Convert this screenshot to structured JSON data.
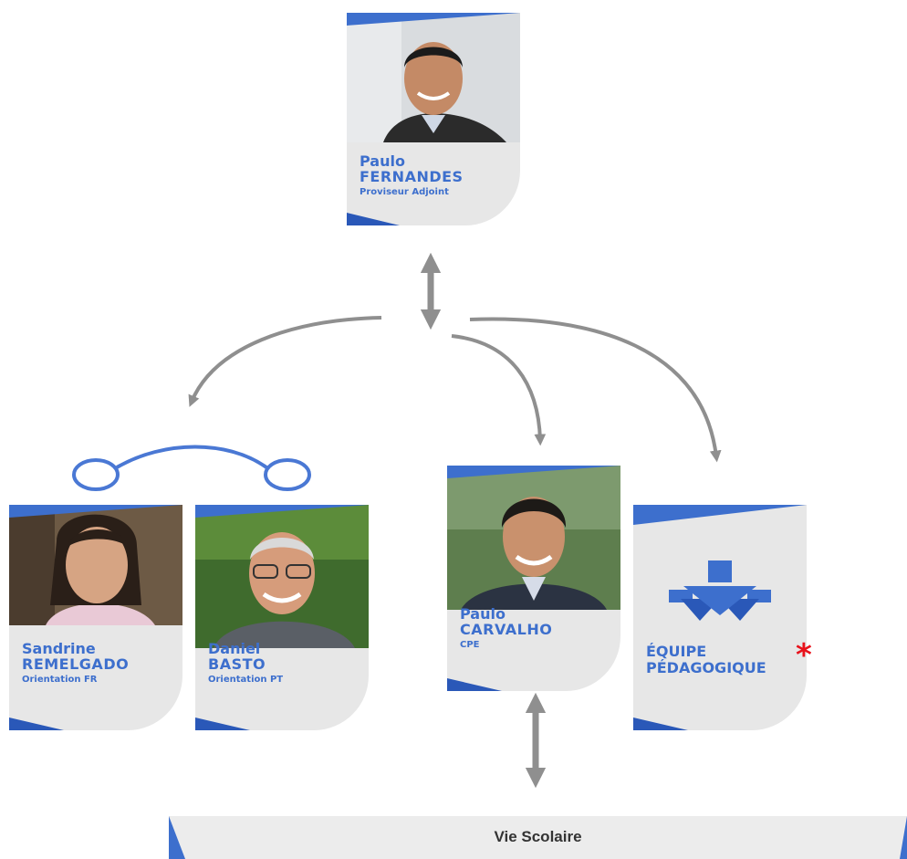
{
  "colors": {
    "brand_blue": "#3d6fcd",
    "card_gray": "#e7e7e7",
    "arrow_gray": "#8f8f8f",
    "link_blue": "#4a78d4",
    "asterisk_red": "#e8121b"
  },
  "top_card": {
    "first_name": "Paulo",
    "last_name": "FERNANDES",
    "role": "Proviseur Adjoint"
  },
  "cards": [
    {
      "first_name": "Sandrine",
      "last_name": "REMELGADO",
      "role": "Orientation FR"
    },
    {
      "first_name": "Daniel",
      "last_name": "BASTO",
      "role": "Orientation PT"
    },
    {
      "first_name": "Paulo",
      "last_name": "CARVALHO",
      "role": "CPE"
    }
  ],
  "equipe": {
    "line1": "ÉQUIPE",
    "line2": "PÉDAGOGIQUE",
    "marker": "*",
    "icon": "team-hierarchy-icon"
  },
  "bottom_bar": {
    "label": "Vie Scolaire"
  }
}
